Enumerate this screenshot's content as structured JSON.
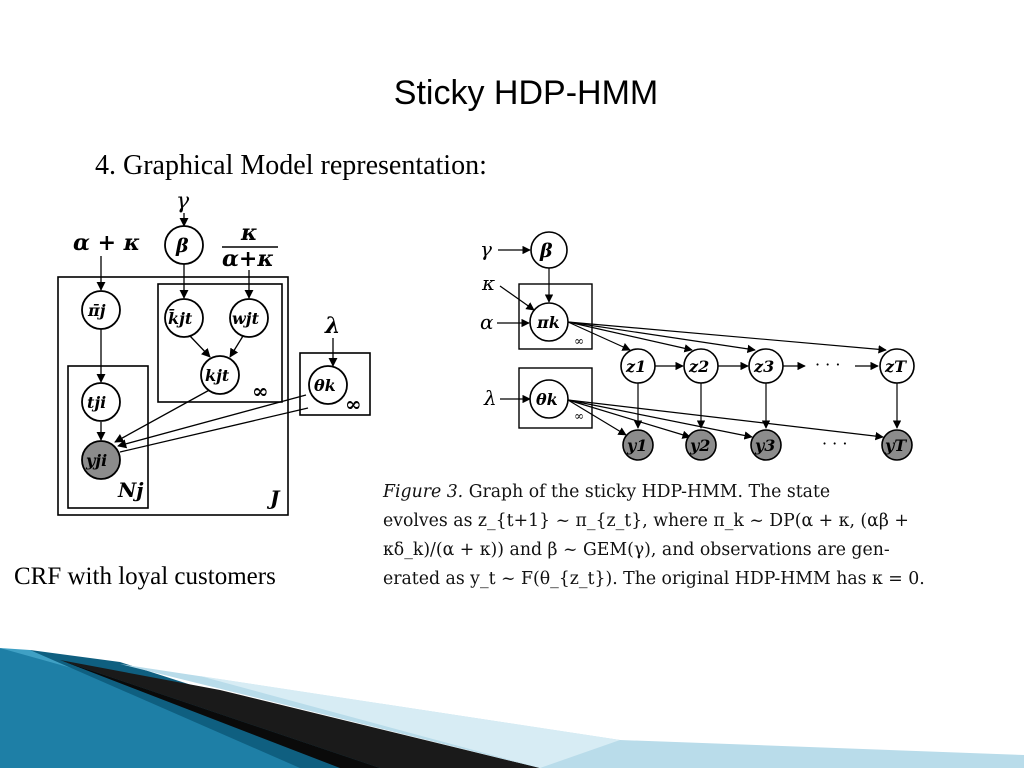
{
  "slide": {
    "title": "Sticky HDP-HMM",
    "subtitle": "4. Graphical Model representation:",
    "crf_caption": "CRF with loyal customers"
  },
  "left_model": {
    "gamma": "γ",
    "beta": "β",
    "alpha_kappa": "α + κ",
    "kappa_frac_num": "κ",
    "kappa_frac_den": "α+κ",
    "pi_j": "π̄j",
    "k_bar": "k̄jt",
    "w": "wjt",
    "k_jt": "kjt",
    "t_ji": "tji",
    "y_ji": "yji",
    "lambda": "λ",
    "theta": "θk",
    "inf_inner": "∞",
    "inf_theta": "∞",
    "N_j": "Nj",
    "J": "J"
  },
  "right_model": {
    "gamma": "γ",
    "beta": "β",
    "kappa": "κ",
    "alpha": "α",
    "pi_k": "πk",
    "inf_pi": "∞",
    "lambda": "λ",
    "theta_k": "θk",
    "inf_theta": "∞",
    "z1": "z1",
    "z2": "z2",
    "z3": "z3",
    "zT": "zT",
    "dots_z": "· · ·",
    "y1": "y1",
    "y2": "y2",
    "y3": "y3",
    "yT": "yT",
    "dots_y": "· · ·"
  },
  "figure_caption": {
    "label": "Figure 3.",
    "line1": "Graph of the sticky HDP-HMM. The state",
    "line2": "evolves as z_{t+1} ~ π_{z_t}, where π_k ~ DP(α + κ, (αβ +",
    "line3": "κδ_k)/(α + κ)) and β ~ GEM(γ), and observations are gen-",
    "line4": "erated as y_t ~ F(θ_{z_t}). The original HDP-HMM has κ = 0."
  },
  "colors": {
    "observed_node_fill": "#8c8c8c",
    "footer_blue": "#1e7fa6",
    "footer_light": "#b9dcea"
  }
}
